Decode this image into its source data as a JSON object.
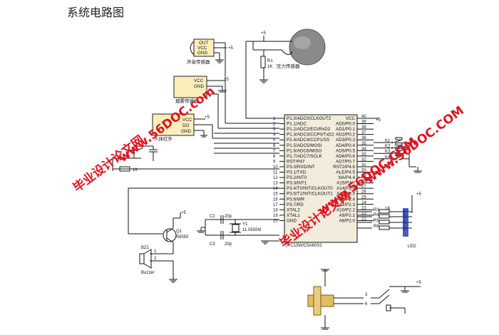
{
  "title": "系统电路图",
  "power_label": "+5",
  "sound_sensor": {
    "pins": [
      "OUT",
      "VCC",
      "GND"
    ],
    "label": "声音传感器"
  },
  "pressure_sensor": {
    "resistor": "R1",
    "value": "1K",
    "label": "压力传感器"
  },
  "smoke_sensor": {
    "pins": [
      "VCC",
      "GND"
    ],
    "label": "烟雾传感器"
  },
  "ir_sensor": {
    "pins": [
      "VCC",
      "DO",
      "GND"
    ],
    "label": "人体红外"
  },
  "reset": {
    "resistor_value": "1K"
  },
  "mcu": {
    "name": "STC15W/C5A60S2",
    "left_pins": [
      {
        "num": "1",
        "name": "P1.0/ADC0/CLKOUT2"
      },
      {
        "num": "2",
        "name": "P1.1/ADC"
      },
      {
        "num": "3",
        "name": "P1.2/ADC2/ECI/RxD2"
      },
      {
        "num": "4",
        "name": "P1.3/ADC3/CCP0/TxD2"
      },
      {
        "num": "5",
        "name": "P1.4/ADC4/CCP1/SS"
      },
      {
        "num": "6",
        "name": "P1.5/ADC5/MOSI"
      },
      {
        "num": "7",
        "name": "P1.6/ADC6/MISO"
      },
      {
        "num": "8",
        "name": "P1.7/ADC7/SCLK"
      },
      {
        "num": "9",
        "name": "RST/P47"
      },
      {
        "num": "10",
        "name": "P3.0/RXD/INT"
      },
      {
        "num": "11",
        "name": "P3.1/TXD"
      },
      {
        "num": "12",
        "name": "P3.2/INT0"
      },
      {
        "num": "13",
        "name": "P3.3/INT1"
      },
      {
        "num": "14",
        "name": "P3.4/T0/INT/CLKOUT0"
      },
      {
        "num": "15",
        "name": "P3.5/T1/INT/CLKOUT1"
      },
      {
        "num": "16",
        "name": "P3.6/WR"
      },
      {
        "num": "17",
        "name": "P3.7/RD"
      },
      {
        "num": "18",
        "name": "XTAL2"
      },
      {
        "num": "19",
        "name": "XTAL1"
      },
      {
        "num": "20",
        "name": "GND"
      }
    ],
    "right_pins": [
      {
        "num": "40",
        "name": "VCC"
      },
      {
        "num": "39",
        "name": "AD0/P0.0"
      },
      {
        "num": "38",
        "name": "AD1/P0.1"
      },
      {
        "num": "37",
        "name": "AD2/P0.2"
      },
      {
        "num": "36",
        "name": "AD3/P0.3"
      },
      {
        "num": "35",
        "name": "AD4/P0.4"
      },
      {
        "num": "34",
        "name": "AD5/P0.5"
      },
      {
        "num": "33",
        "name": "AD6/P0.6"
      },
      {
        "num": "32",
        "name": "AD7/P0.7"
      },
      {
        "num": "31",
        "name": "RST2/P4.6"
      },
      {
        "num": "30",
        "name": "ALE/P4.5"
      },
      {
        "num": "29",
        "name": "NA/P4.4"
      },
      {
        "num": "28",
        "name": "A15/P2.7"
      },
      {
        "num": "27",
        "name": "A14/P2.6"
      },
      {
        "num": "26",
        "name": "A13/P2.5"
      },
      {
        "num": "25",
        "name": "A12/P2.4"
      },
      {
        "num": "24",
        "name": "A11/P2.3"
      },
      {
        "num": "23",
        "name": "A10/P2.2"
      },
      {
        "num": "22",
        "name": "A9/P2.1"
      },
      {
        "num": "21",
        "name": "A8/P2.0"
      }
    ]
  },
  "keys": [
    "K1",
    "K2",
    "K3",
    "K4"
  ],
  "crystal": {
    "c2": "C2",
    "c2_val": "20p",
    "c3": "C3",
    "c3_val": "20p",
    "y1": "Y1",
    "y1_val": "11.0592M"
  },
  "transistor": {
    "ref": "Q1",
    "part": "S8550"
  },
  "buzzer": {
    "ref": "BZ1",
    "label": "Buzzer",
    "pin1": "1",
    "pin2": "2"
  },
  "leds": {
    "resistors": [
      "R3",
      "R4",
      "R5",
      "R6"
    ],
    "value": "1K",
    "label": "LED"
  },
  "power_switch": {
    "pin_a": "3",
    "pin_b": "6"
  },
  "watermarks": [
    "毕业设计论文网",
    "www.56DOC.com",
    "www.56DOC.COM"
  ]
}
